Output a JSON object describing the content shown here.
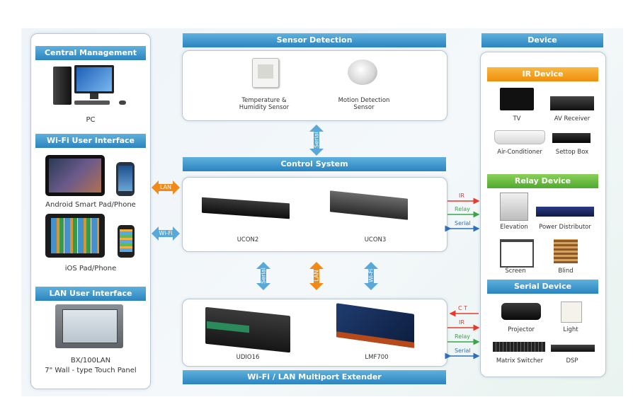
{
  "left": {
    "central_title": "Central Management System",
    "pc_label": "PC",
    "wifi_title": "Wi-Fi User Interface",
    "android_label": "Android Smart Pad/Phone",
    "ios_label": "iOS Pad/Phone",
    "lan_title": "LAN User Interface",
    "panel_label_1": "BX/100LAN",
    "panel_label_2": "7\" Wall - type Touch Panel"
  },
  "sensor": {
    "title": "Sensor Detection",
    "temp_label_1": "Temperature &",
    "temp_label_2": "Humidity Sensor",
    "motion_label_1": "Motion Detection",
    "motion_label_2": "Sensor"
  },
  "control": {
    "title": "Control System",
    "ucon2": "UCON2",
    "ucon3": "UCON3"
  },
  "extender": {
    "title": "Wi-Fi / LAN Multiport Extender",
    "udio16": "UDIO16",
    "lmf700": "LMF700"
  },
  "links": {
    "serial": "Serial",
    "lan": "LAN",
    "wifi": "Wi-Fi",
    "ir": "IR",
    "relay": "Relay",
    "ct": "C T"
  },
  "device": {
    "title": "Device",
    "ir_title": "IR Device",
    "tv": "TV",
    "av_receiver": "AV Receiver",
    "air_conditioner": "Air-Conditioner",
    "settop_box": "Settop Box",
    "relay_title": "Relay Device",
    "elevation": "Elevation",
    "power_distributor": "Power Distributor",
    "screen": "Screen",
    "blind": "Blind",
    "serial_title": "Serial Device",
    "projector": "Projector",
    "light": "Light",
    "matrix_switcher": "Matrix Switcher",
    "dsp": "DSP"
  },
  "colors": {
    "ir": "#e63a2e",
    "relay": "#3aa64a",
    "serial": "#2f6fb8",
    "lan_arrow": "#f08a1a",
    "blue_arrow": "#5aa8d8"
  }
}
